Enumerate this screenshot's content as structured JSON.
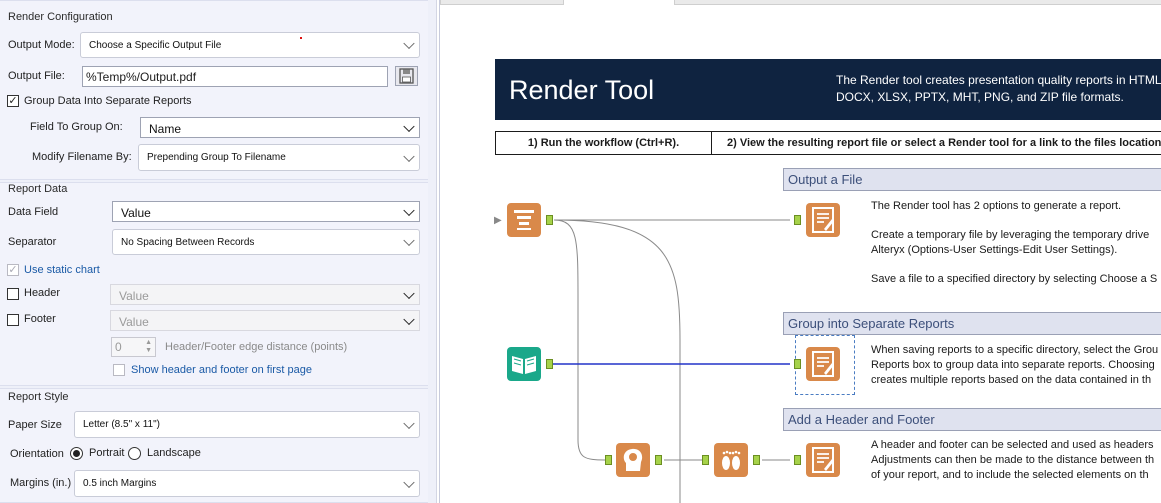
{
  "config": {
    "render_configuration": {
      "title": "Render Configuration",
      "output_mode_label": "Output Mode:",
      "output_mode_value": "Choose a Specific Output File",
      "output_file_label": "Output File:",
      "output_file_value": "%Temp%/Output.pdf",
      "group_data_label": "Group Data Into Separate Reports",
      "group_data_checked": true,
      "field_to_group_label": "Field To Group On:",
      "field_to_group_value": "Name",
      "modify_filename_label": "Modify Filename By:",
      "modify_filename_value": "Prepending Group To Filename"
    },
    "report_data": {
      "title": "Report Data",
      "data_field_label": "Data Field",
      "data_field_value": "Value",
      "separator_label": "Separator",
      "separator_value": "No Spacing Between Records",
      "use_static_chart_label": "Use static chart",
      "header_label": "Header",
      "header_value": "Value",
      "footer_label": "Footer",
      "footer_value": "Value",
      "edge_distance_value": "0",
      "edge_distance_label": "Header/Footer edge distance (points)",
      "show_first_page_label": "Show header and footer on first page"
    },
    "report_style": {
      "title": "Report Style",
      "paper_size_label": "Paper Size",
      "paper_size_value": "Letter (8.5\" x 11\")",
      "orientation_label": "Orientation",
      "portrait_label": "Portrait",
      "landscape_label": "Landscape",
      "orientation_selected": "Portrait",
      "margins_label": "Margins (in.)",
      "margins_value": "0.5 inch Margins"
    }
  },
  "canvas": {
    "banner_title": "Render Tool",
    "banner_desc_1": "The Render tool creates presentation quality reports in HTML,",
    "banner_desc_2": "DOCX, XLSX, PPTX, MHT, PNG, and ZIP file formats.",
    "step1": "1) Run the workflow (Ctrl+R).",
    "step2": "2) View the resulting report file or select a Render tool for a link to the files location.",
    "sections": {
      "output_file": {
        "title": "Output a File",
        "lines": [
          "The Render tool has 2 options to generate a report.",
          "",
          "Create a temporary file by leveraging the temporary drive",
          "Alteryx (Options-User Settings-Edit User Settings).",
          "",
          "Save a file to a specified directory by selecting Choose a S"
        ]
      },
      "group_reports": {
        "title": "Group into Separate Reports",
        "lines": [
          "When saving reports to a specific directory, select the Grou",
          "Reports box to group data into separate reports. Choosing",
          "creates multiple reports based on the data contained in th"
        ]
      },
      "header_footer": {
        "title": "Add a Header and Footer",
        "lines": [
          "A header and footer can be selected and used as headers",
          "Adjustments can then be made to the distance between th",
          "of your report, and to include the selected elements on th"
        ]
      }
    }
  },
  "colors": {
    "banner_bg": "#0f2340",
    "tool_orange": "#d9894a",
    "tool_teal": "#1aa88a",
    "connection_blue": "#2233c8",
    "anchor_green": "#a6d24a",
    "section_bar": "#dfe2ef"
  }
}
